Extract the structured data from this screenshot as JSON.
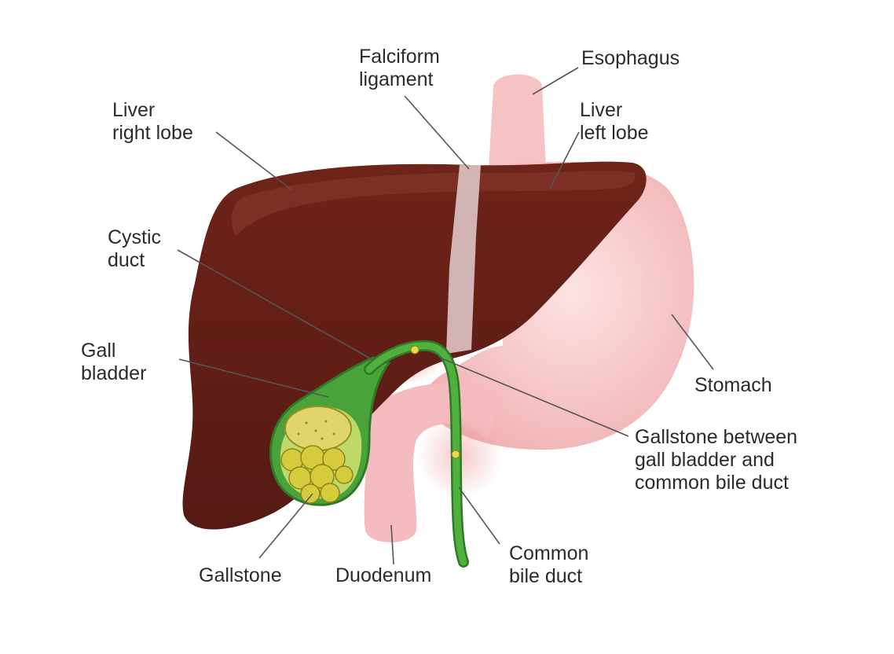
{
  "labels": {
    "falciform": [
      "Falciform",
      "ligament"
    ],
    "esophagus": [
      "Esophagus"
    ],
    "liver_right": [
      "Liver",
      "right lobe"
    ],
    "liver_left": [
      "Liver",
      "left lobe"
    ],
    "cystic_duct": [
      "Cystic",
      "duct"
    ],
    "gall_bladder": [
      "Gall",
      "bladder"
    ],
    "stomach": [
      "Stomach"
    ],
    "gallstone_between": [
      "Gallstone between",
      "gall bladder and",
      "common bile duct"
    ],
    "gallstone": [
      "Gallstone"
    ],
    "duodenum": [
      "Duodenum"
    ],
    "common_bile_duct": [
      "Common",
      "bile duct"
    ]
  },
  "colors": {
    "liver": "#5e1d17",
    "liver_highlight": "#7a2e25",
    "stomach": "#f6c6c6",
    "falciform": "#d9c0c0",
    "bile_duct": "#3c9a32",
    "gallstone": "#d9d24a",
    "text": "#2b2b2b",
    "leader_line": "#555555"
  }
}
